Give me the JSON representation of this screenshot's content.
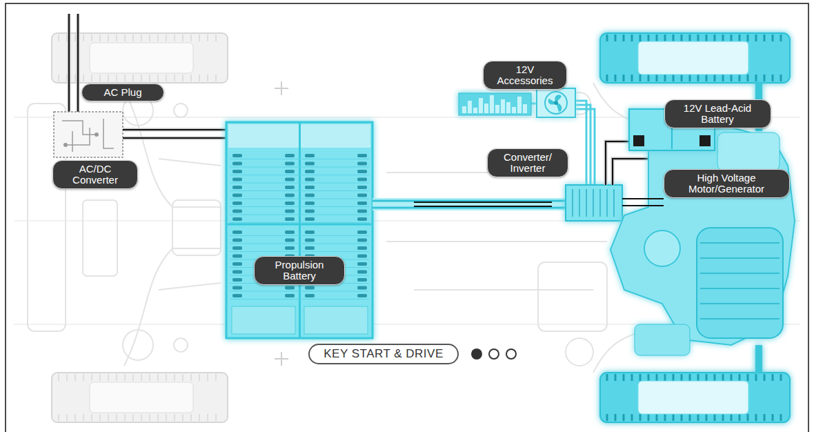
{
  "diagram": {
    "nodes": [
      {
        "text": [
          "AC Plug"
        ]
      },
      {
        "text": [
          "AC/DC Converter"
        ]
      },
      {
        "text": [
          "Propulsion Battery"
        ]
      },
      {
        "text": [
          "12V Accessories"
        ]
      },
      {
        "text": [
          "Converter/ Inverter"
        ]
      },
      {
        "text": [
          "12V Lead-Acid Battery"
        ]
      },
      {
        "text": [
          "High Voltage Motor/Generator"
        ]
      },
      {
        "text": [
          "KEY START & DRIVE"
        ]
      }
    ]
  }
}
